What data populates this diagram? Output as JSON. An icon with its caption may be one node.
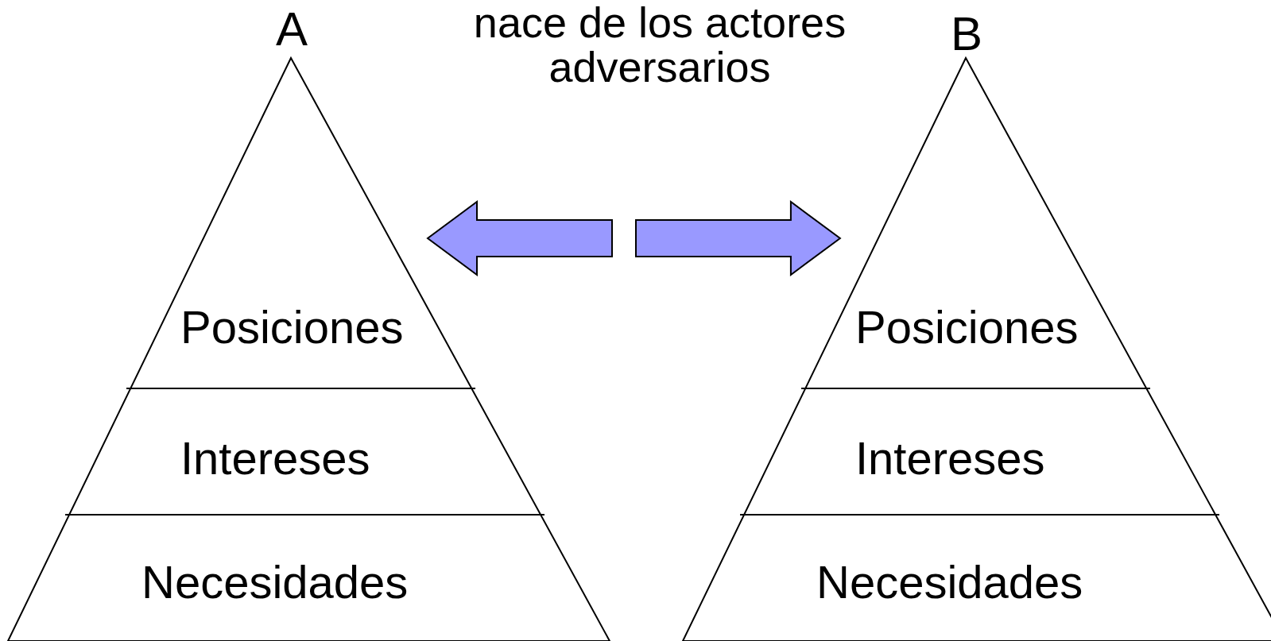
{
  "diagram": {
    "title": "nace de los actores adversarios",
    "nodes": [
      {
        "text": [
          "A"
        ]
      },
      {
        "text": [
          "Posiciones"
        ],
        "in": 0
      },
      {
        "text": [
          "Intereses"
        ],
        "in": 0
      },
      {
        "text": [
          "Necesidades"
        ],
        "in": 0
      },
      {
        "text": [
          "B"
        ]
      },
      {
        "text": [
          "Posiciones"
        ],
        "in": 4
      },
      {
        "text": [
          "Intereses"
        ],
        "in": 4
      },
      {
        "text": [
          "Necesidades"
        ],
        "in": 4
      }
    ],
    "edges": [
      {
        "from": null,
        "to": 0,
        "arrow": "to",
        "color": "#9999ff"
      },
      {
        "from": null,
        "to": 4,
        "arrow": "to",
        "color": "#9999ff"
      }
    ]
  }
}
